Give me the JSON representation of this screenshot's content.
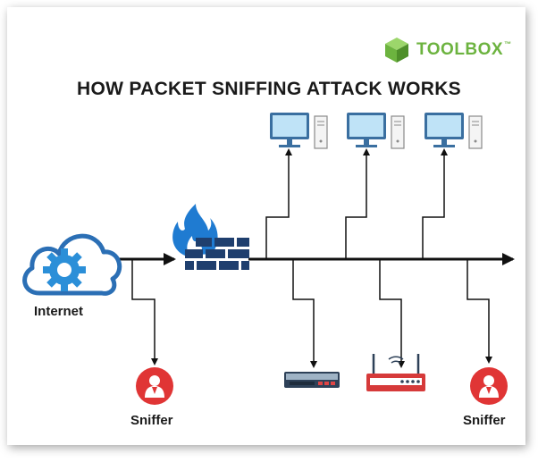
{
  "brand": {
    "name": "TOOLBOX",
    "mark": "™",
    "icon": "cube-icon",
    "color": "#6cb33f"
  },
  "title": "HOW PACKET SNIFFING ATTACK WORKS",
  "nodes": {
    "internet": {
      "label": "Internet",
      "icon": "cloud-gear-icon"
    },
    "sniffer_left": {
      "label": "Sniffer",
      "icon": "hacker-icon"
    },
    "sniffer_right": {
      "label": "Sniffer",
      "icon": "hacker-icon"
    },
    "firewall": {
      "icon": "firewall-icon"
    },
    "computers": [
      "desktop-computer-icon",
      "desktop-computer-icon",
      "desktop-computer-icon"
    ],
    "devices": [
      "network-switch-icon",
      "router-icon"
    ]
  },
  "colors": {
    "cloud": "#2b6fb5",
    "flame": "#1f7bd1",
    "brick": "#1f3f6e",
    "sniffer": "#e03535",
    "computer": "#3a6fa0",
    "line": "#111111"
  }
}
